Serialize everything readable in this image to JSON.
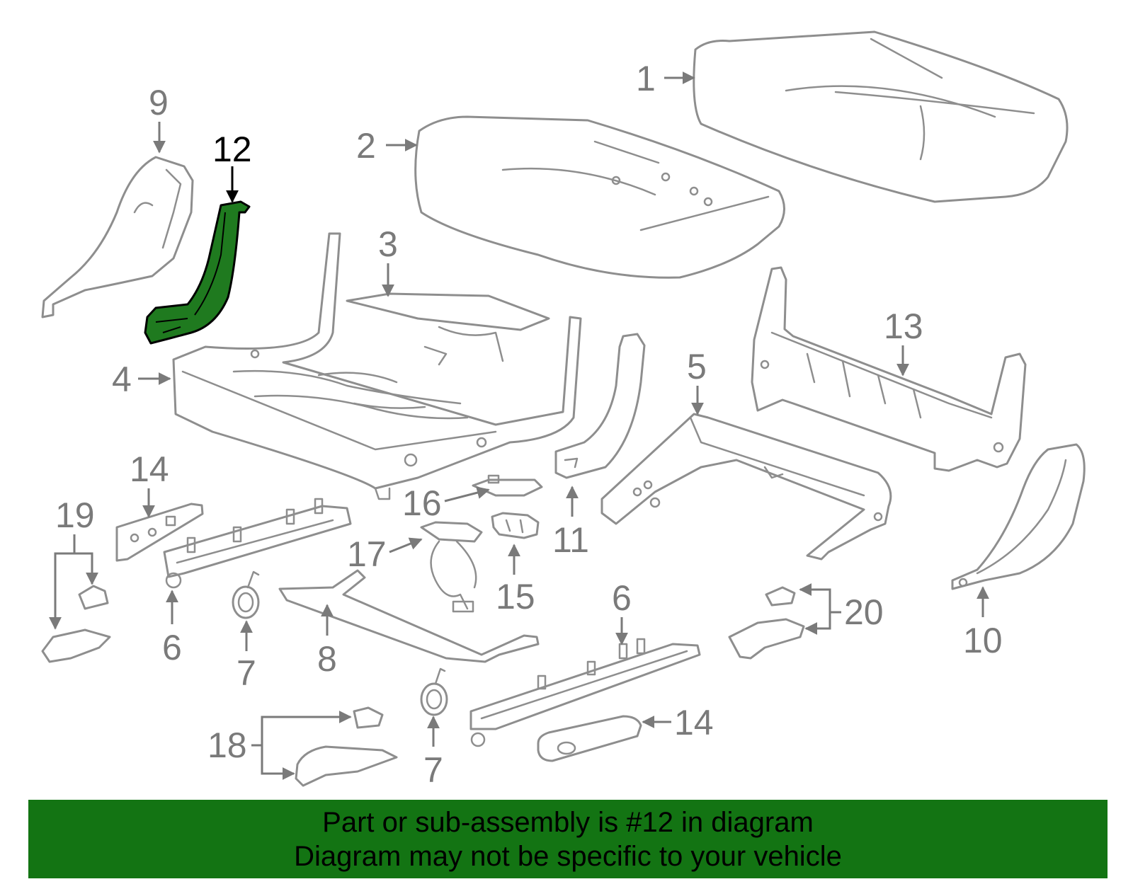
{
  "diagram": {
    "highlight_color": "#1f7a1f",
    "line_color": "#8e8e8e",
    "callouts": [
      {
        "id": "c1",
        "label": "1"
      },
      {
        "id": "c2",
        "label": "2"
      },
      {
        "id": "c3",
        "label": "3"
      },
      {
        "id": "c4",
        "label": "4"
      },
      {
        "id": "c5",
        "label": "5"
      },
      {
        "id": "c6a",
        "label": "6"
      },
      {
        "id": "c6b",
        "label": "6"
      },
      {
        "id": "c7a",
        "label": "7"
      },
      {
        "id": "c7b",
        "label": "7"
      },
      {
        "id": "c8",
        "label": "8"
      },
      {
        "id": "c9",
        "label": "9"
      },
      {
        "id": "c10",
        "label": "10"
      },
      {
        "id": "c11",
        "label": "11"
      },
      {
        "id": "c12",
        "label": "12"
      },
      {
        "id": "c13",
        "label": "13"
      },
      {
        "id": "c14a",
        "label": "14"
      },
      {
        "id": "c14b",
        "label": "14"
      },
      {
        "id": "c15",
        "label": "15"
      },
      {
        "id": "c16",
        "label": "16"
      },
      {
        "id": "c17",
        "label": "17"
      },
      {
        "id": "c18",
        "label": "18"
      },
      {
        "id": "c19",
        "label": "19"
      },
      {
        "id": "c20",
        "label": "20"
      }
    ]
  },
  "banner": {
    "line1": "Part or sub-assembly is #12 in diagram",
    "line2": "Diagram may not be specific to your vehicle"
  }
}
